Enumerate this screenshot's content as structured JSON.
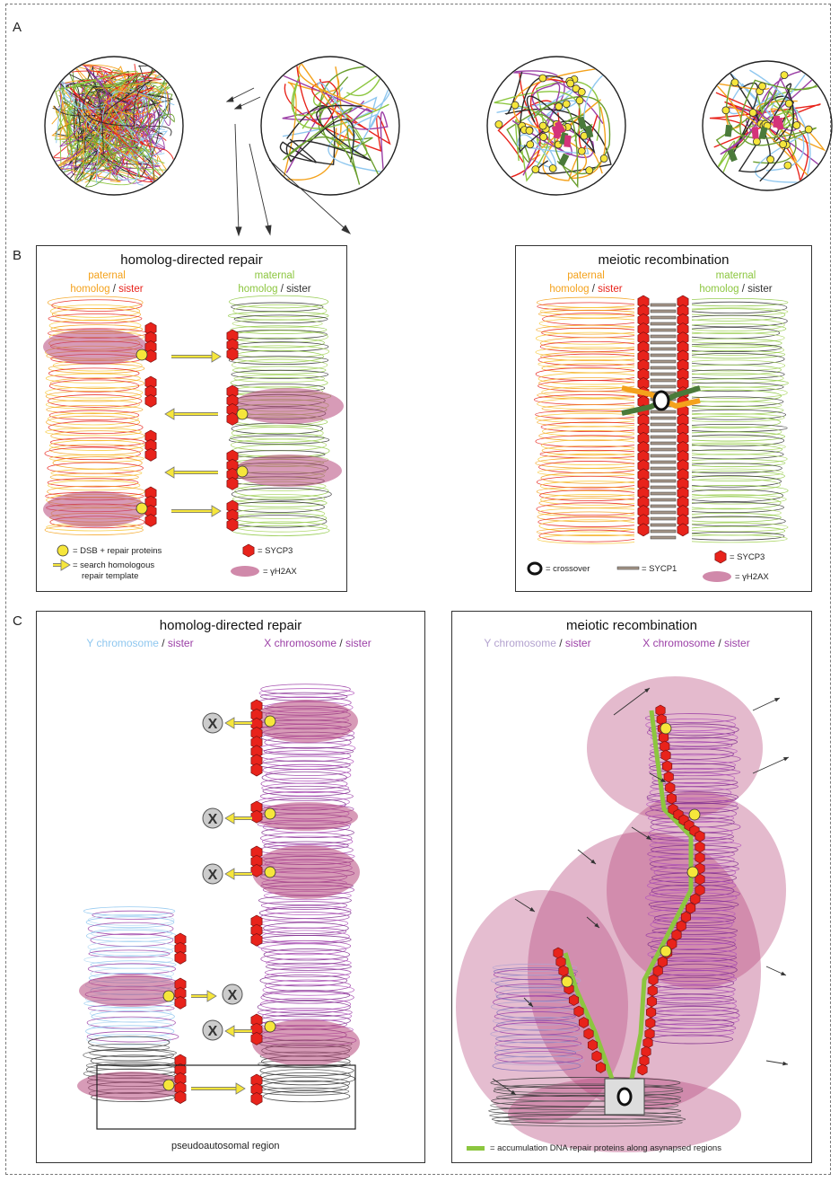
{
  "figure": {
    "panel_labels": {
      "a": "A",
      "b": "B",
      "c": "C"
    },
    "colors": {
      "paternal": "#f4a21c",
      "sister": "#e8231b",
      "maternal": "#8cc63f",
      "dark": "#333333",
      "y_chrom": "#8fc7ef",
      "x_chrom": "#9b3fa6",
      "sycp3": "#e8231b",
      "gh2ax": "#b7497c",
      "dsb": "#f6e63b"
    }
  },
  "panel_b_left": {
    "title": "homolog-directed repair",
    "left_header": {
      "line1": "paternal",
      "word1": "homolog",
      "slash": " / ",
      "word2": "sister"
    },
    "right_header": {
      "line1": "maternal",
      "word1": "homolog",
      "slash": " / ",
      "word2": "sister"
    },
    "legend": {
      "dsb": "= DSB + repair proteins",
      "search1": "= search homologous",
      "search2": "repair template",
      "sycp3": "= SYCP3",
      "gh2ax": "= γH2AX"
    }
  },
  "panel_b_right": {
    "title": "meiotic recombination",
    "left_header": {
      "line1": "paternal",
      "word1": "homolog",
      "slash": " / ",
      "word2": "sister"
    },
    "right_header": {
      "line1": "maternal",
      "word1": "homolog",
      "slash": " / ",
      "word2": "sister"
    },
    "legend": {
      "crossover": "= crossover",
      "sycp1": "= SYCP1",
      "sycp3": "= SYCP3",
      "gh2ax": "= γH2AX"
    }
  },
  "panel_c_left": {
    "title": "homolog-directed repair",
    "y_header": {
      "word1": "Y chromosome",
      "slash": " / ",
      "word2": "sister"
    },
    "x_header": {
      "word1": "X chromosome",
      "slash": " / ",
      "word2": "sister"
    },
    "region_label": "pseudoautosomal region"
  },
  "panel_c_right": {
    "title": "meiotic recombination",
    "y_header": {
      "word1": "Y chromosome",
      "slash": " / ",
      "word2": "sister"
    },
    "x_header": {
      "word1": "X chromosome",
      "slash": " / ",
      "word2": "sister"
    },
    "legend": "= accumulation DNA repair proteins along asynapsed regions"
  }
}
